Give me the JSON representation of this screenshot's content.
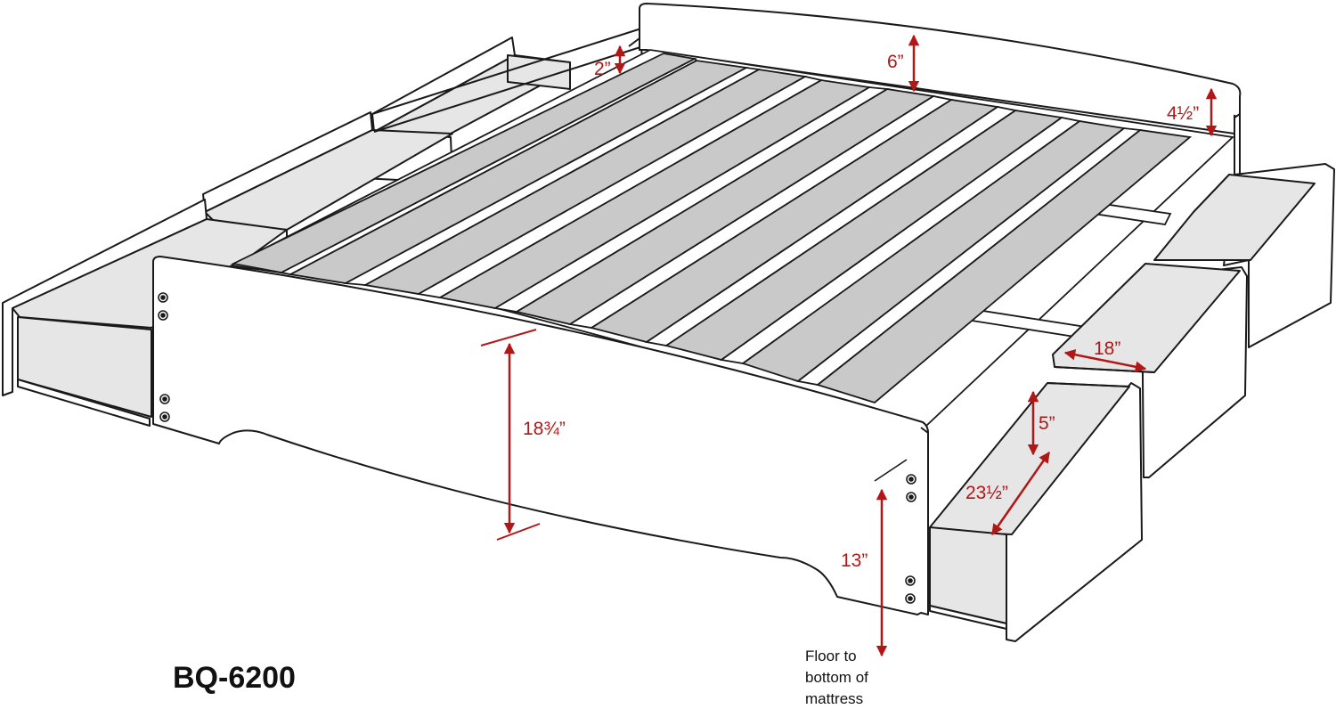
{
  "model": "BQ-6200",
  "colors": {
    "dimension": "#b01717",
    "outline": "#1a1a1a",
    "slat": "#c9c9c9",
    "drawer_interior": "#e6e6e6",
    "panel": "#ffffff"
  },
  "dimensions": {
    "headboard_height": "6”",
    "side_rail_height": "2”",
    "headboard_side": "4½”",
    "footboard_height": "18¾”",
    "drawer_width": "18”",
    "drawer_height": "5”",
    "drawer_depth": "23½”",
    "floor_to_mattress": "13”"
  },
  "note": {
    "line1": "Floor to",
    "line2": "bottom of",
    "line3": "mattress"
  }
}
